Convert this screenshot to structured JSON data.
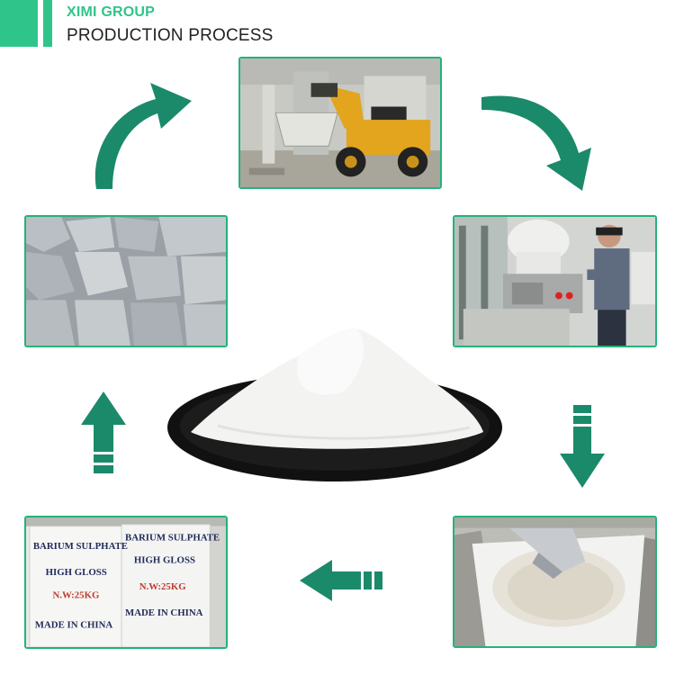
{
  "header": {
    "brand": "XIMI GROUP",
    "title": "PRODUCTION PROCESS"
  },
  "colors": {
    "brand_green": "#2fc58a",
    "arrow_green": "#1b8a6a",
    "frame_green": "#24b37a"
  },
  "steps": [
    {
      "name": "raw-ore-photo"
    },
    {
      "name": "loader-warehouse-photo"
    },
    {
      "name": "worker-machine-photo"
    },
    {
      "name": "powder-bag-filling-photo"
    },
    {
      "name": "packaged-bags-photo"
    }
  ],
  "bags": {
    "product": "BARIUM SULPHATE",
    "product_right": "BARIUM SULPHATE",
    "grade": "HIGH GLOSS",
    "weight": "N.W:25KG",
    "origin": "MADE IN CHINA"
  }
}
